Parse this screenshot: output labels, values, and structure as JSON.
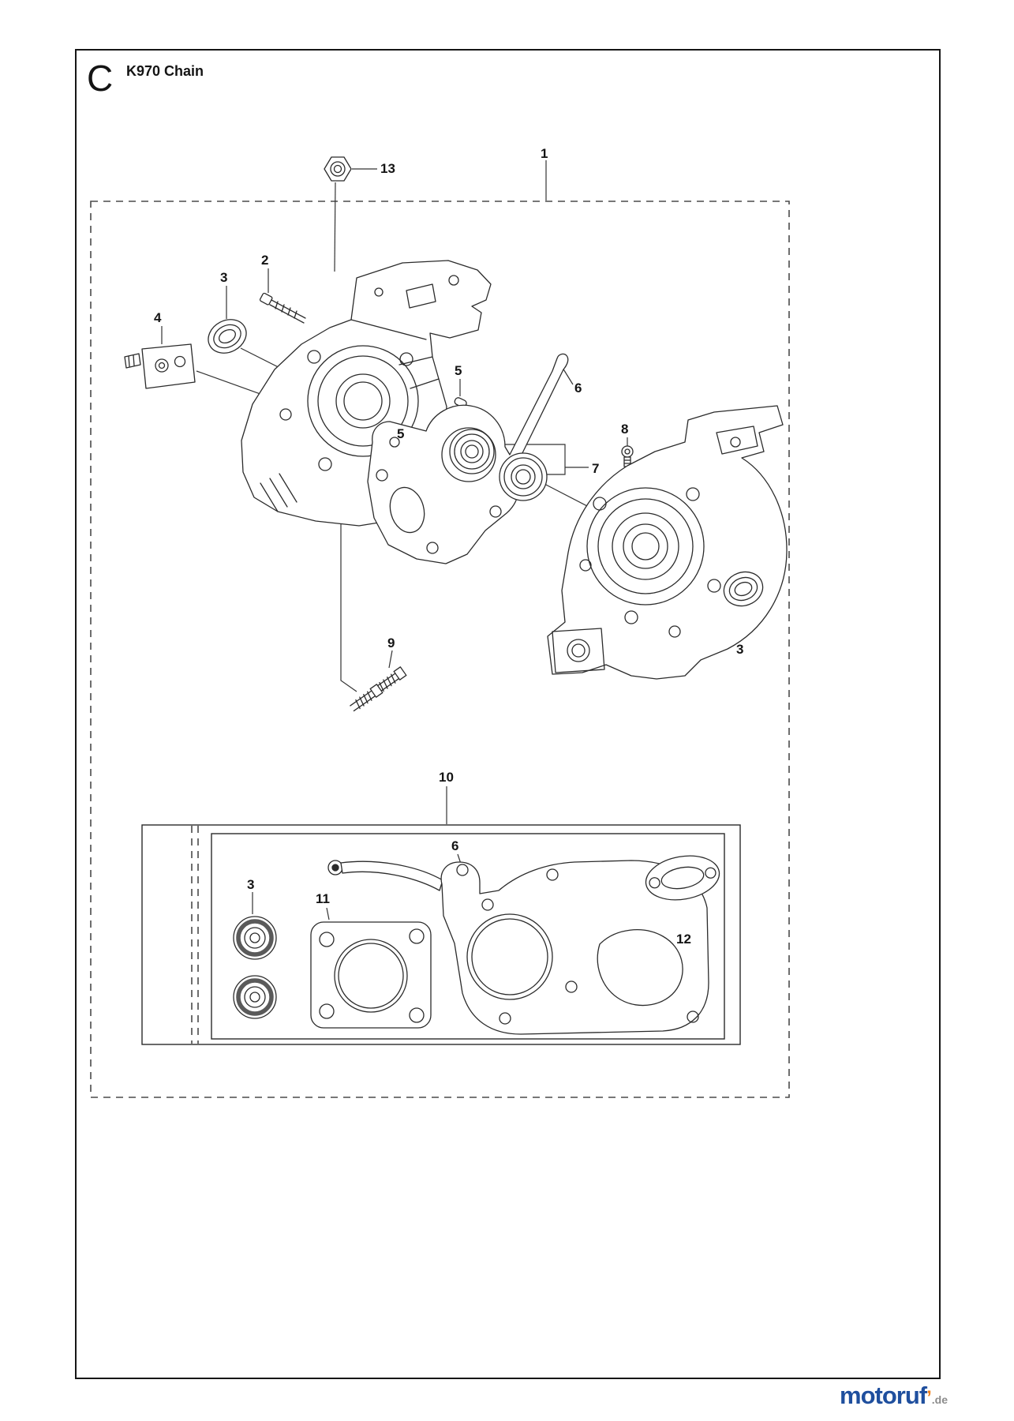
{
  "header": {
    "section_letter": "C",
    "title": "K970 Chain"
  },
  "callouts": {
    "box_assembly": "1",
    "screw": "2",
    "seal_left": "3",
    "seal_right": "3",
    "seal_kit": "3",
    "valve": "4",
    "pin_upper": "5",
    "pin_lower": "5",
    "gasket_mid": "6",
    "gasket_kit": "6",
    "bearings": "7",
    "screw_small": "8",
    "screws_pair": "9",
    "gasket_set_box": "10",
    "carb_gasket": "11",
    "muffler_gasket": "12",
    "nut": "13"
  },
  "watermark": {
    "brand": "motoruf",
    "accent": "’",
    "suffix": ".de"
  },
  "colors": {
    "brand_blue": "#1f4f9e",
    "brand_orange": "#ef7f1a",
    "line": "#2b2b2b"
  }
}
